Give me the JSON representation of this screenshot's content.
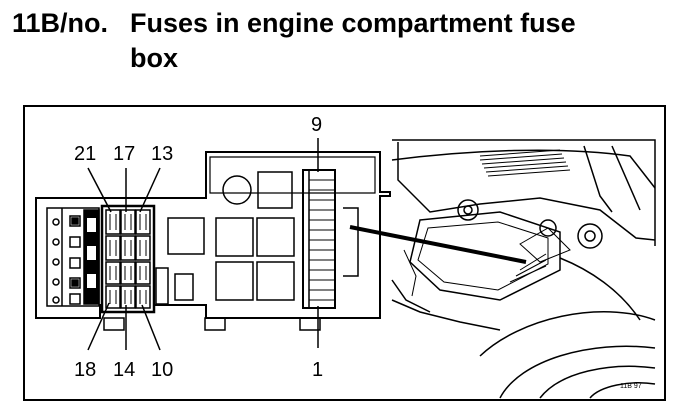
{
  "heading": {
    "number": "11B/no.",
    "title_line1": "Fuses in engine compartment fuse",
    "title_line2": "box"
  },
  "callouts": {
    "top_left": "21",
    "top_mid": "17",
    "top_right": "13",
    "top_strip": "9",
    "bottom_left": "18",
    "bottom_mid": "14",
    "bottom_right": "10",
    "bottom_strip": "1"
  },
  "reference_code": "11B 97"
}
